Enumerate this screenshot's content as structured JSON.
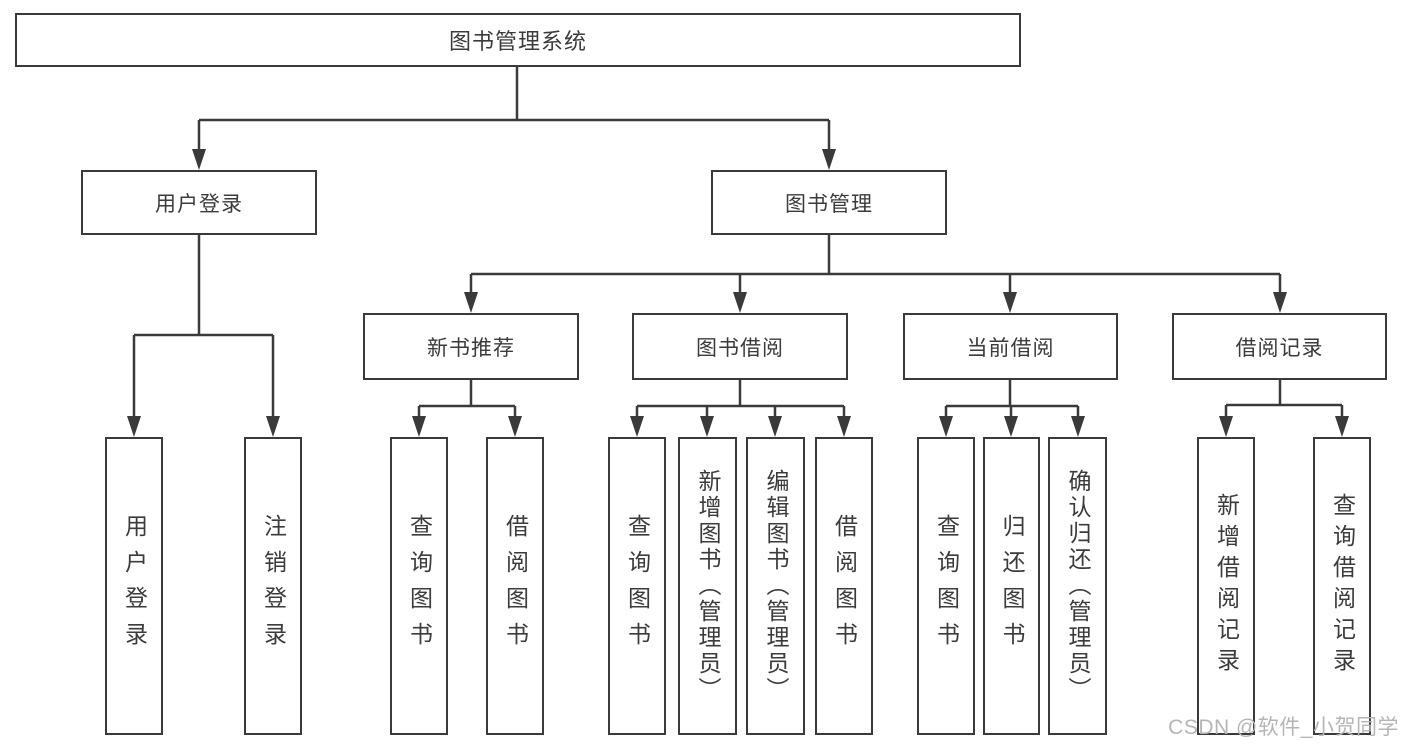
{
  "colors": {
    "line": "#3a3a3a",
    "box_border": "#3a3a3a",
    "box_background": "#ffffff",
    "text": "#3b3b3b",
    "watermark_text": "#b5b5b5"
  },
  "diagram": {
    "root": "图书管理系统",
    "user_login": {
      "label": "用户登录",
      "children": {
        "login": "用户登录",
        "logout": "注销登录"
      }
    },
    "book_mgmt": {
      "label": "图书管理",
      "sections": {
        "new_book_rec": {
          "label": "新书推荐",
          "children": {
            "query": "查询图书",
            "borrow": "借阅图书"
          }
        },
        "book_borrow": {
          "label": "图书借阅",
          "children": {
            "query": "查询图书",
            "add": "新增图书（管理员）",
            "edit": "编辑图书（管理员）",
            "borrow": "借阅图书"
          }
        },
        "current_borrow": {
          "label": "当前借阅",
          "children": {
            "query": "查询图书",
            "return": "归还图书",
            "confirm": "确认归还（管理员）"
          }
        },
        "borrow_records": {
          "label": "借阅记录",
          "children": {
            "add": "新增借阅记录",
            "query": "查询借阅记录"
          }
        }
      }
    }
  },
  "watermark": "CSDN @软件_小贺同学"
}
